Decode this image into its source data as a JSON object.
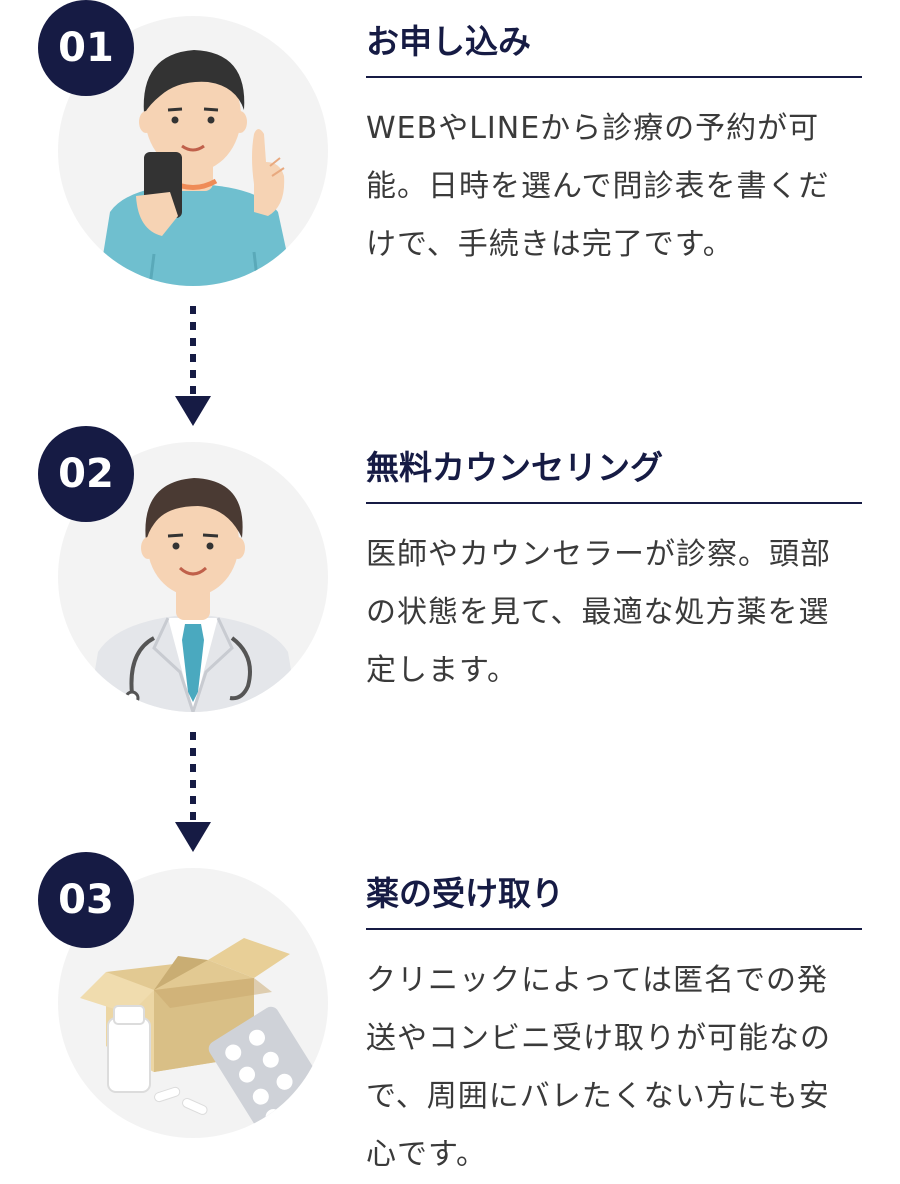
{
  "steps": [
    {
      "number": "01",
      "title": "お申し込み",
      "description": "WEBやLINEから診療の予約が可能。日時を選んで問診表を書くだけで、手続きは完了です。",
      "illustration": "man-with-smartphone-icon"
    },
    {
      "number": "02",
      "title": "無料カウンセリング",
      "description": "医師やカウンセラーが診察。頭部の状態を見て、最適な処方薬を選定します。",
      "illustration": "doctor-icon"
    },
    {
      "number": "03",
      "title": "薬の受け取り",
      "description": "クリニックによっては匿名での発送やコンビニ受け取りが可能なので、周囲にバレたくない方にも安心です。",
      "illustration": "medicine-package-icon"
    }
  ],
  "colors": {
    "navy": "#161b44",
    "circle_bg": "#f3f3f3",
    "text": "#3a3a3a",
    "shirt_blue": "#6fbfcf",
    "tie_blue": "#4aa9bf",
    "box_tan": "#d9bf86"
  }
}
